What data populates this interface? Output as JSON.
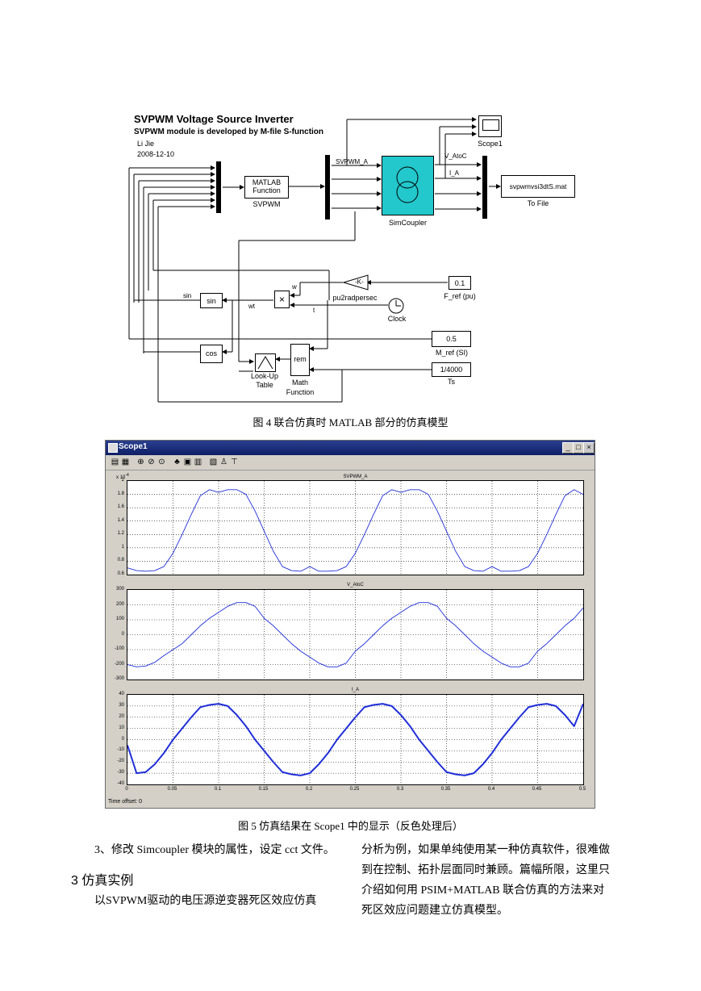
{
  "diagram": {
    "title": "SVPWM Voltage Source Inverter",
    "subtitle": "SVPWM module is developed by M-file S-function",
    "author": "Li Jie",
    "date": "2008-12-10",
    "matlab_fn_line1": "MATLAB",
    "matlab_fn_line2": "Function",
    "svpwm_label": "SVPWM",
    "signal_svpwm_a": "SVPWM_A",
    "signal_v_atoc": "V_AtoC",
    "signal_i_a": "I_A",
    "scope1_label": "Scope1",
    "simcoupler_label": "SimCoupler",
    "tofile_value": "svpwmvsi3dtS.mat",
    "tofile_label": "To File",
    "gain_value": "-K-",
    "gain_label": "pu2radpersec",
    "const_fref_value": "0.1",
    "const_fref_label": "F_ref (pu)",
    "clock_label": "Clock",
    "const_mref_value": "0.5",
    "const_mref_label": "M_ref (SI)",
    "const_ts_value": "1/4000",
    "const_ts_label": "Ts",
    "sin_block": "sin",
    "sin_signal": "sin",
    "cos_block": "cos",
    "product_symbol": "×",
    "signal_w": "w",
    "signal_wt": "wt",
    "signal_t": "t",
    "rem_block": "rem",
    "lookup_label_1": "Look-Up",
    "lookup_label_2": "Table",
    "math_label_1": "Math",
    "math_label_2": "Function"
  },
  "caption_fig4": "图 4  联合仿真时 MATLAB 部分的仿真模型",
  "scope_window": {
    "title": "Scope1",
    "time_offset_label": "Time offset:",
    "time_offset_value": "0",
    "exponent_label": "x 10",
    "exponent_value": "-4",
    "toolbar_icons": [
      "print-icon",
      "params-icon",
      "zoom-icon",
      "zoom-x-icon",
      "zoom-y-icon",
      "autoscale-icon",
      "save-axes-icon",
      "restore-axes-icon",
      "floating-scope-icon",
      "signal-selection-icon",
      "lock-icon"
    ]
  },
  "caption_fig5": "图 5  仿真结果在 Scope1 中的显示（反色处理后）",
  "text": {
    "left_para1": "3、修改 Simcoupler 模块的属性，设定 cct 文件。",
    "heading": "3  仿真实例",
    "left_para2": "以SVPWM驱动的电压源逆变器死区效应仿真",
    "right_line1": "分析为例，如果单纯使用某一种仿真软件，很难做",
    "right_line2": "到在控制、拓扑层面同时兼顾。篇幅所限，这里只",
    "right_line3": "介绍如何用  PSIM+MATLAB  联合仿真的方法来对",
    "right_line4": "死区效应问题建立仿真模型。"
  },
  "colors": {
    "trace": "#1f2ed8",
    "simcoupler": "#22c8cc",
    "grid": "#000000"
  },
  "chart_data": [
    {
      "type": "line",
      "title": "SVPWM_A",
      "y_scale_note": "x 10^-4",
      "ylim": [
        0.6,
        2
      ],
      "yticks": [
        "0.6",
        "0.8",
        "1",
        "1.2",
        "1.4",
        "1.6",
        "1.8",
        "2"
      ],
      "xlim": [
        0,
        0.5
      ],
      "series": [
        {
          "x": [
            0,
            0.01,
            0.02,
            0.03,
            0.04,
            0.05,
            0.06,
            0.07,
            0.08,
            0.09,
            0.1,
            0.11,
            0.12,
            0.13,
            0.14,
            0.15,
            0.16,
            0.17,
            0.18,
            0.19,
            0.2,
            0.21,
            0.22,
            0.23,
            0.24,
            0.25,
            0.26,
            0.27,
            0.28,
            0.29,
            0.3,
            0.31,
            0.32,
            0.33,
            0.34,
            0.35,
            0.36,
            0.37,
            0.38,
            0.39,
            0.4,
            0.41,
            0.42,
            0.43,
            0.44,
            0.45,
            0.46,
            0.47,
            0.48,
            0.49,
            0.5
          ],
          "y": [
            0.7,
            0.66,
            0.65,
            0.66,
            0.72,
            0.92,
            1.2,
            1.5,
            1.78,
            1.87,
            1.83,
            1.87,
            1.87,
            1.8,
            1.55,
            1.25,
            0.95,
            0.72,
            0.66,
            0.65,
            0.72,
            0.65,
            0.65,
            0.66,
            0.72,
            0.92,
            1.2,
            1.5,
            1.78,
            1.87,
            1.83,
            1.87,
            1.87,
            1.8,
            1.55,
            1.25,
            0.95,
            0.72,
            0.66,
            0.65,
            0.72,
            0.65,
            0.65,
            0.66,
            0.72,
            0.92,
            1.2,
            1.5,
            1.78,
            1.87,
            1.8
          ]
        }
      ]
    },
    {
      "type": "line",
      "title": "V_AtoC",
      "ylim": [
        -300,
        300
      ],
      "yticks": [
        "-300",
        "-200",
        "-100",
        "0",
        "100",
        "200",
        "300"
      ],
      "xlim": [
        0,
        0.5
      ],
      "series": [
        {
          "x": [
            0,
            0.01,
            0.02,
            0.03,
            0.04,
            0.05,
            0.06,
            0.07,
            0.08,
            0.09,
            0.1,
            0.11,
            0.12,
            0.13,
            0.14,
            0.15,
            0.16,
            0.17,
            0.18,
            0.19,
            0.2,
            0.21,
            0.22,
            0.23,
            0.24,
            0.25,
            0.26,
            0.27,
            0.28,
            0.29,
            0.3,
            0.31,
            0.32,
            0.33,
            0.34,
            0.35,
            0.36,
            0.37,
            0.38,
            0.39,
            0.4,
            0.41,
            0.42,
            0.43,
            0.44,
            0.45,
            0.46,
            0.47,
            0.48,
            0.49,
            0.5
          ],
          "y": [
            -200,
            -215,
            -210,
            -185,
            -140,
            -100,
            -60,
            0,
            60,
            110,
            150,
            190,
            215,
            215,
            190,
            110,
            60,
            0,
            -60,
            -110,
            -150,
            -190,
            -215,
            -215,
            -190,
            -110,
            -60,
            0,
            60,
            110,
            150,
            190,
            215,
            215,
            190,
            110,
            60,
            0,
            -60,
            -110,
            -150,
            -190,
            -215,
            -215,
            -190,
            -110,
            -60,
            0,
            60,
            110,
            180
          ]
        }
      ]
    },
    {
      "type": "line",
      "title": "I_A",
      "ylim": [
        -40,
        40
      ],
      "yticks": [
        "-40",
        "-30",
        "-20",
        "-10",
        "0",
        "10",
        "20",
        "30",
        "40"
      ],
      "xlim": [
        0,
        0.5
      ],
      "xticks": [
        "0",
        "0.05",
        "0.1",
        "0.15",
        "0.2",
        "0.25",
        "0.3",
        "0.35",
        "0.4",
        "0.45",
        "0.5"
      ],
      "series": [
        {
          "x": [
            0,
            0.01,
            0.02,
            0.03,
            0.04,
            0.05,
            0.06,
            0.07,
            0.08,
            0.09,
            0.1,
            0.11,
            0.12,
            0.13,
            0.14,
            0.15,
            0.16,
            0.17,
            0.18,
            0.19,
            0.2,
            0.21,
            0.22,
            0.23,
            0.24,
            0.25,
            0.26,
            0.27,
            0.28,
            0.29,
            0.3,
            0.31,
            0.32,
            0.33,
            0.34,
            0.35,
            0.36,
            0.37,
            0.38,
            0.39,
            0.4,
            0.41,
            0.42,
            0.43,
            0.44,
            0.45,
            0.46,
            0.47,
            0.48,
            0.49,
            0.5
          ],
          "y": [
            -5,
            -30,
            -29,
            -22,
            -12,
            0,
            10,
            20,
            29,
            31,
            32,
            30,
            22,
            12,
            0,
            -10,
            -20,
            -29,
            -31,
            -32,
            -30,
            -22,
            -12,
            0,
            10,
            20,
            29,
            31,
            32,
            30,
            22,
            12,
            0,
            -10,
            -20,
            -29,
            -31,
            -32,
            -30,
            -22,
            -12,
            0,
            10,
            20,
            29,
            31,
            32,
            30,
            22,
            12,
            32
          ]
        }
      ]
    }
  ]
}
